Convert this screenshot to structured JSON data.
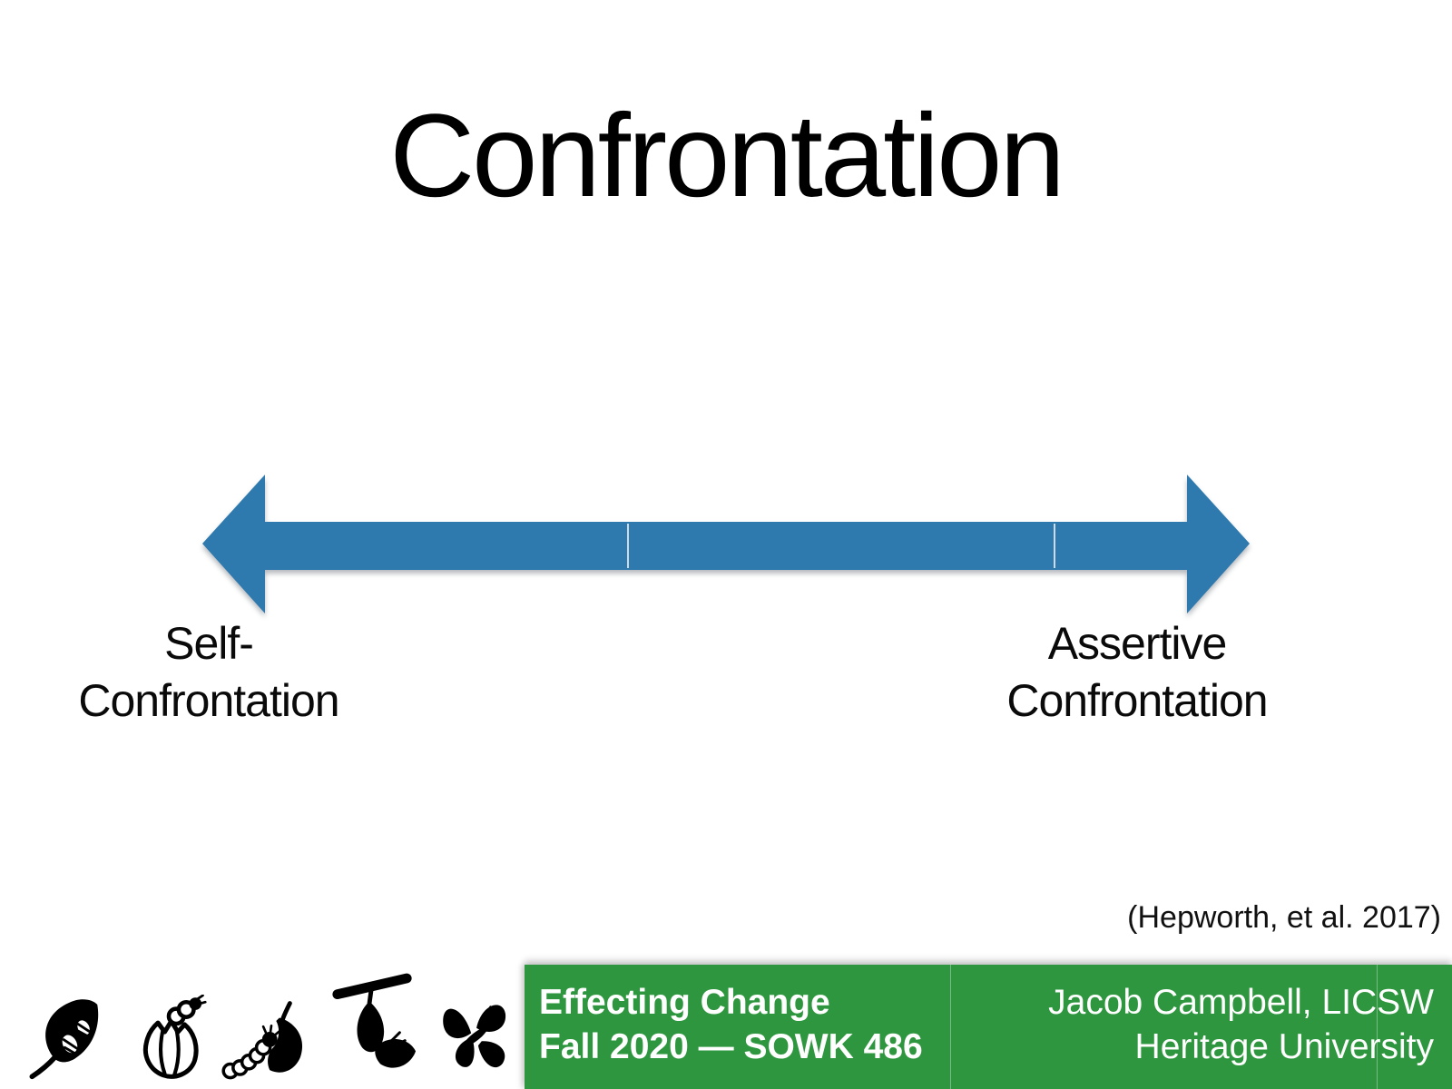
{
  "slide": {
    "background_color": "#FFFFFF",
    "title": "Confrontation",
    "continuum": {
      "arrow_color": "#2E79AE",
      "left_label_line1": "Self-",
      "left_label_line2": "Confrontation",
      "right_label_line1": "Assertive",
      "right_label_line2": "Confrontation"
    },
    "citation": "(Hepworth, et al. 2017)",
    "footer": {
      "background_color": "#2E963F",
      "text_color": "#FFFFFF",
      "course_title": "Effecting Change",
      "course_term": "Fall 2020 — SOWK 486",
      "author": "Jacob Campbell, LICSW",
      "institution": "Heritage University"
    },
    "metamorphosis_icons": [
      {
        "name": "leaf-with-eggs-icon"
      },
      {
        "name": "hatching-egg-larva-icon"
      },
      {
        "name": "caterpillar-eating-leaf-icon"
      },
      {
        "name": "chrysalis-on-branch-icon"
      },
      {
        "name": "butterfly-icon"
      }
    ]
  }
}
